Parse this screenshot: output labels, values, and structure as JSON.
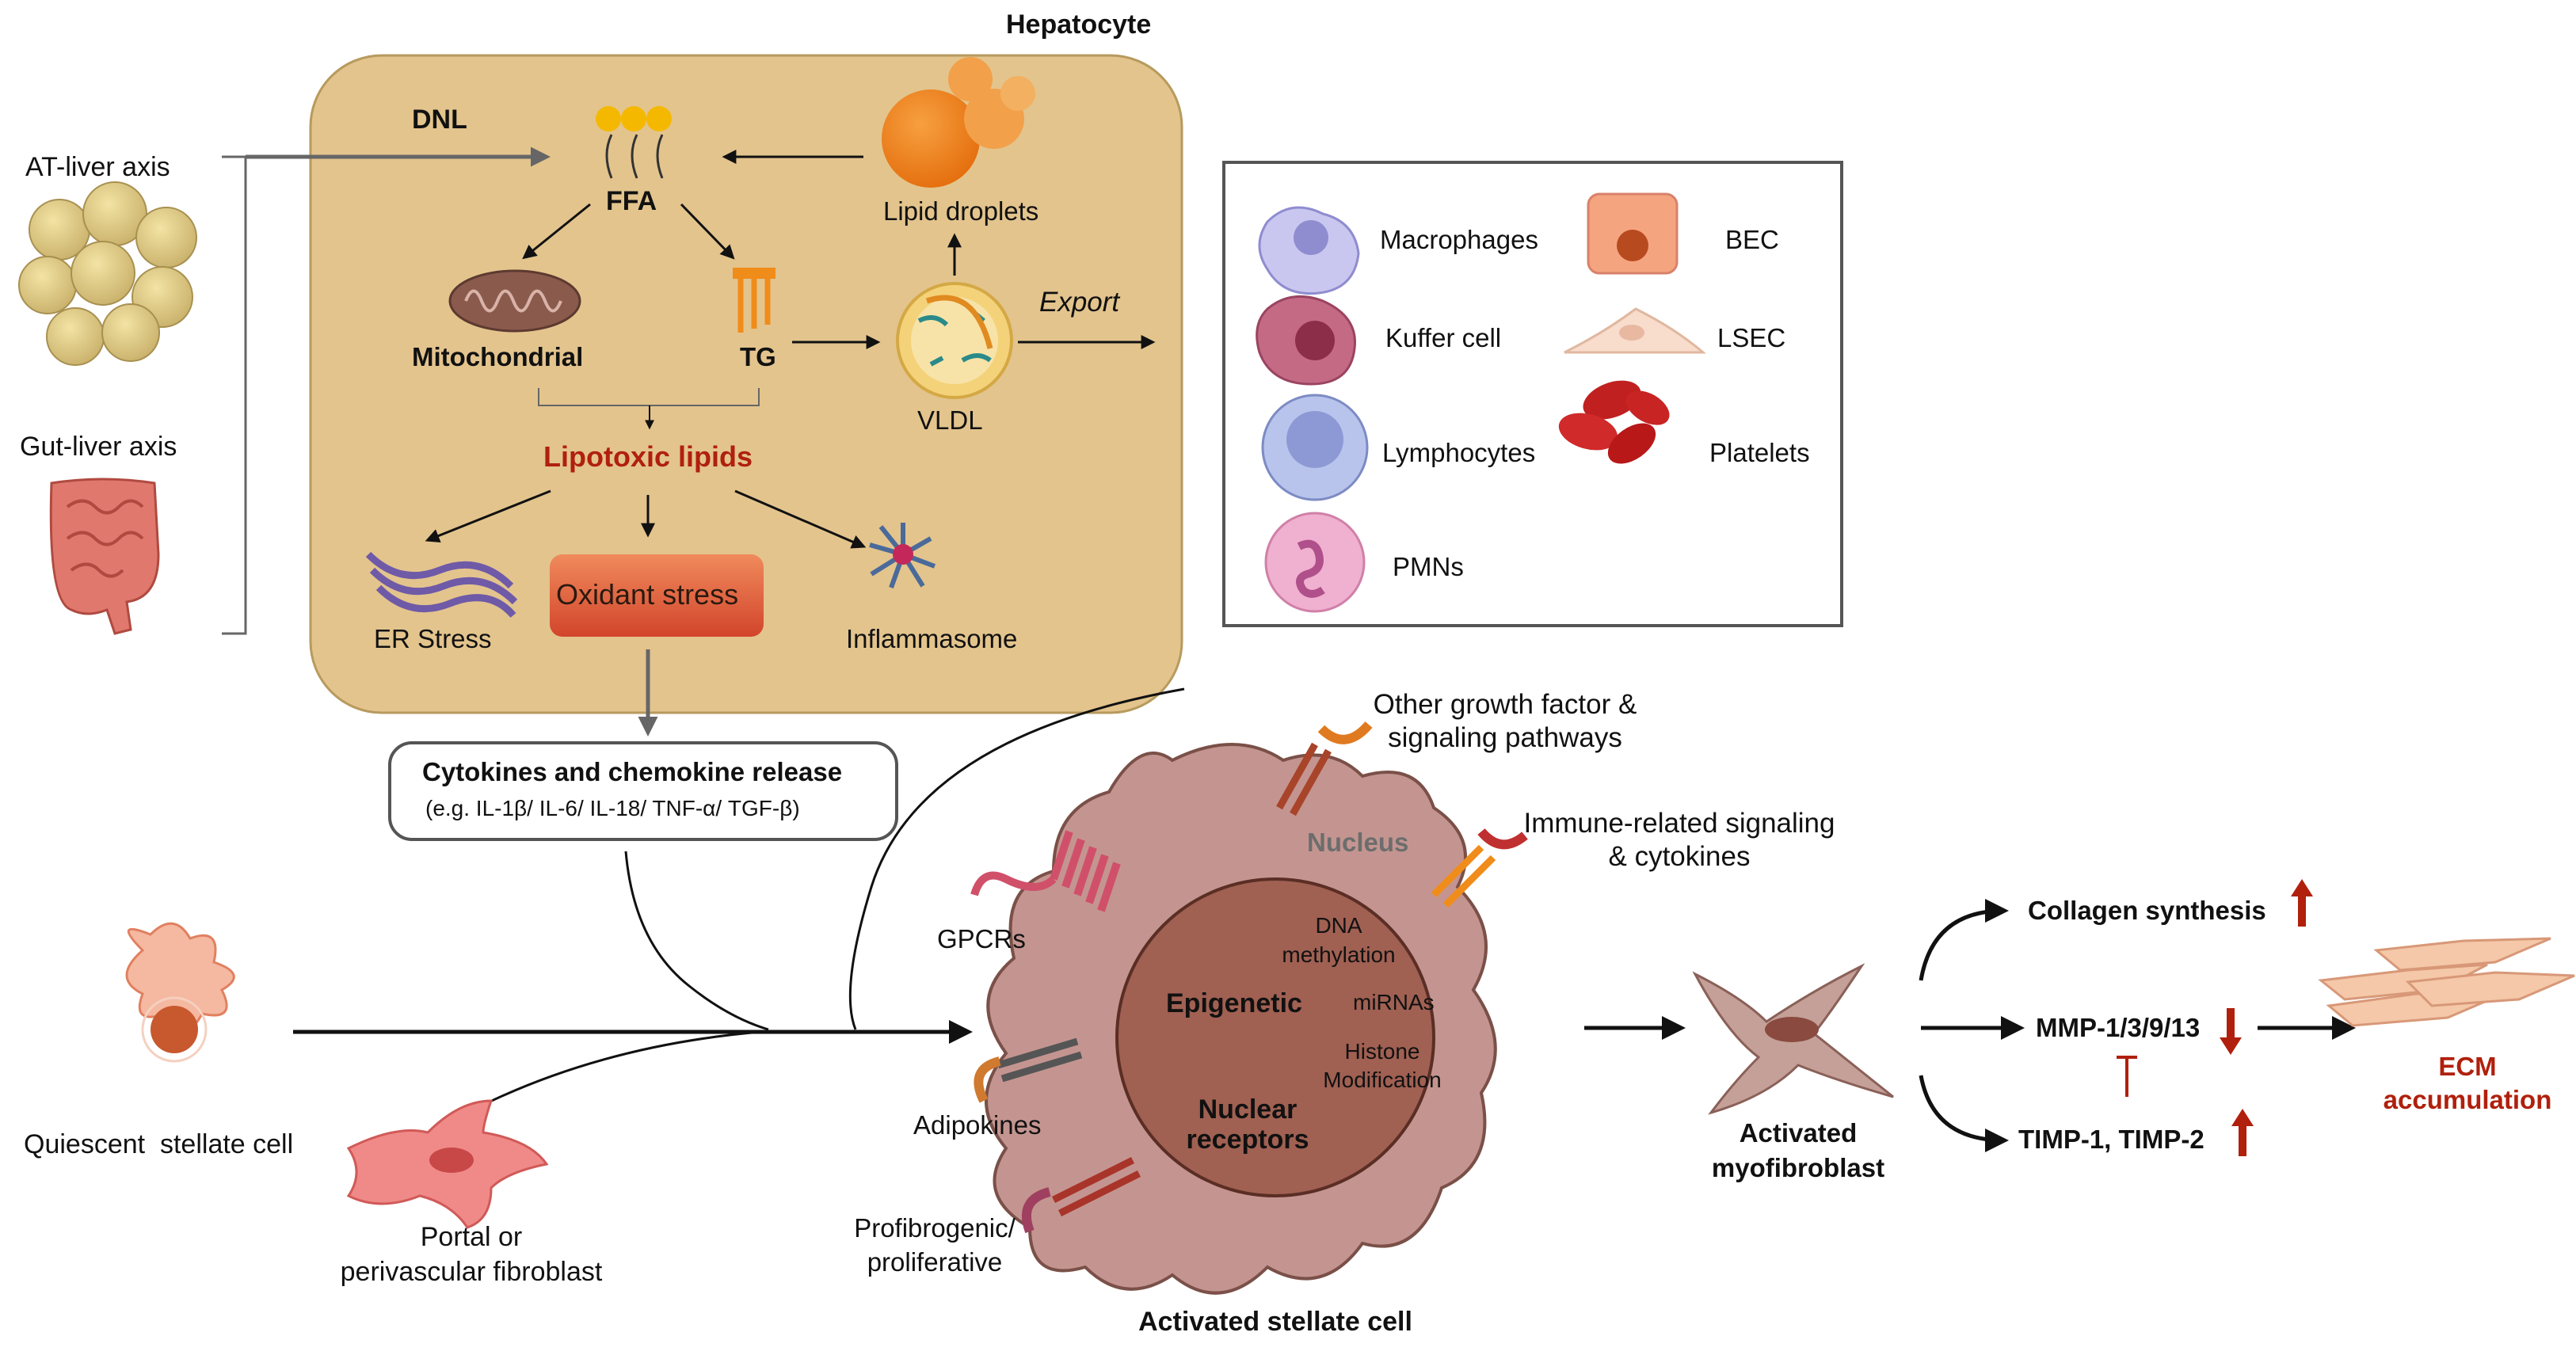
{
  "hepatocyte": {
    "title": "Hepatocyte",
    "dnl": "DNL",
    "ffa": "FFA",
    "lipid_droplets": "Lipid droplets",
    "mitochondrial": "Mitochondrial",
    "tg": "TG",
    "vldl": "VLDL",
    "export": "Export",
    "lipotoxic": "Lipotoxic lipids",
    "er_stress": "ER Stress",
    "oxidant": "Oxidant stress",
    "inflammasome": "Inflammasome"
  },
  "axes": {
    "at_liver": "AT-liver axis",
    "gut_liver": "Gut-liver axis"
  },
  "legend": {
    "items": [
      {
        "label": "Macrophages"
      },
      {
        "label": "Kuffer cell"
      },
      {
        "label": "Lymphocytes"
      },
      {
        "label": "PMNs"
      },
      {
        "label": "BEC"
      },
      {
        "label": "LSEC"
      },
      {
        "label": "Platelets"
      }
    ]
  },
  "cytokines": {
    "title": "Cytokines and chemokine release",
    "examples": "(e.g. IL-1β/ IL-6/ IL-18/ TNF-α/ TGF-β)"
  },
  "cells": {
    "quiescent": "Quiescent  stellate cell",
    "portal_line1": "Portal or",
    "portal_line2": "perivascular fibroblast",
    "activated_stellate": "Activated stellate cell",
    "myofib_line1": "Activated",
    "myofib_line2": "myofibroblast"
  },
  "receptors": {
    "other_line1": "Other growth factor &",
    "other_line2": "signaling pathways",
    "immune_line1": "Immune-related signaling",
    "immune_line2": "& cytokines",
    "gpcrs": "GPCRs",
    "adipokines": "Adipokines",
    "profib_line1": "Profibrogenic/",
    "profib_line2": "proliferative"
  },
  "nucleus": {
    "title": "Nucleus",
    "dna_line1": "DNA",
    "dna_line2": "methylation",
    "epigenetic": "Epigenetic",
    "mirnas": "miRNAs",
    "histone_line1": "Histone",
    "histone_line2": "Modification",
    "nuclear_line1": "Nuclear",
    "nuclear_line2": "receptors"
  },
  "outcomes": {
    "collagen": "Collagen synthesis",
    "mmp": "MMP-1/3/9/13",
    "timp": "TIMP-1, TIMP-2",
    "ecm_line1": "ECM",
    "ecm_line2": "accumulation"
  },
  "colors": {
    "hepatocyte_fill": "#e3c48d",
    "red_text": "#b0200d",
    "oxidant_fill": "#e0593a",
    "stellate_fill": "#c49590",
    "nucleus_fill": "#a06052"
  }
}
